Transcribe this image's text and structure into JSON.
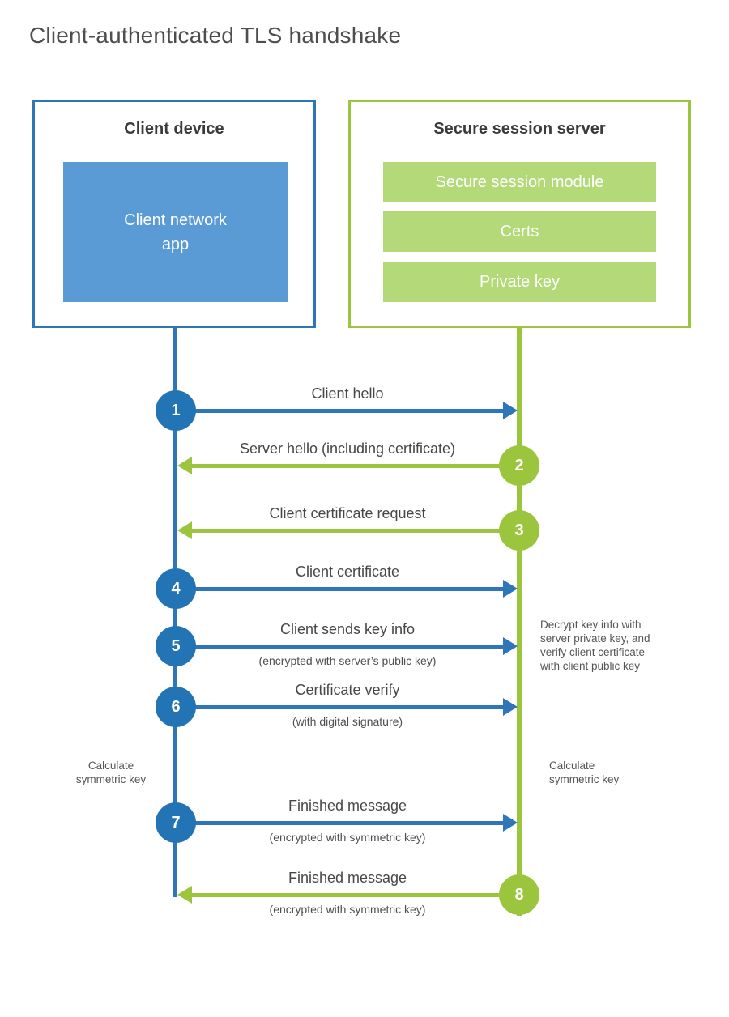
{
  "title": "Client-authenticated TLS handshake",
  "colors": {
    "client_accent": "#2e76b8",
    "client_fill": "#5b9bd5",
    "server_accent": "#9cc53e",
    "server_fill": "#b3d978"
  },
  "client": {
    "title": "Client device",
    "app_label": "Client network\napp"
  },
  "server": {
    "title": "Secure session server",
    "modules": [
      "Secure session module",
      "Certs",
      "Private key"
    ]
  },
  "messages": [
    {
      "num": "1",
      "label": "Client hello",
      "direction": "right"
    },
    {
      "num": "2",
      "label": "Server hello (including certificate)",
      "direction": "left"
    },
    {
      "num": "3",
      "label": "Client certificate request",
      "direction": "left"
    },
    {
      "num": "4",
      "label": "Client certificate",
      "direction": "right"
    },
    {
      "num": "5",
      "label": "Client sends key info",
      "sub": "(encrypted with server’s public key)",
      "direction": "right"
    },
    {
      "num": "6",
      "label": "Certificate verify",
      "sub": "(with digital signature)",
      "direction": "right"
    },
    {
      "num": "7",
      "label": "Finished message",
      "sub": "(encrypted with symmetric key)",
      "direction": "right"
    },
    {
      "num": "8",
      "label": "Finished message",
      "sub": "(encrypted with symmetric key)",
      "direction": "left"
    }
  ],
  "notes": {
    "decrypt": "Decrypt key info with\nserver private key, and\nverify client certificate\nwith client public key",
    "calc_left": "Calculate\nsymmetric key",
    "calc_right": "Calculate\nsymmetric key"
  }
}
